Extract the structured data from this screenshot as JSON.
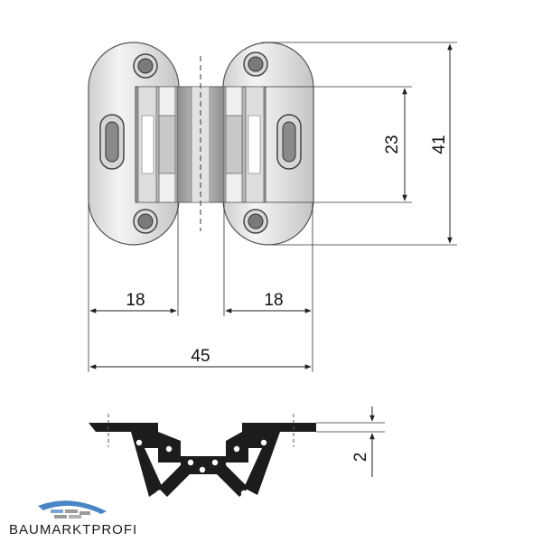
{
  "dimensions": {
    "left_leaf_width": "18",
    "right_leaf_width": "18",
    "total_width": "45",
    "hinge_block_height": "23",
    "total_height": "41",
    "plate_thickness": "2"
  },
  "logo": {
    "text": "BAUMARKTPROFI"
  },
  "colors": {
    "metal_light": "#ececec",
    "metal_mid": "#bdbdbd",
    "metal_dark": "#8a8a8a",
    "line": "#222222",
    "profile_fill": "#1c1c1c",
    "logo_blue": "#4a86c5"
  }
}
